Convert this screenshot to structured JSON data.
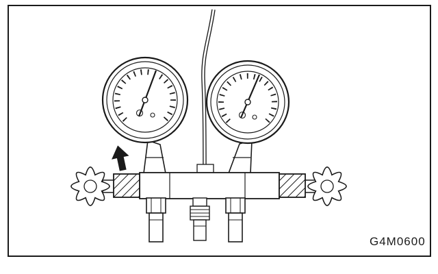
{
  "figure": {
    "label": "G4M0600",
    "colors": {
      "line": "#1a1a1a",
      "background": "#ffffff"
    },
    "components": [
      "left-pressure-gauge",
      "right-pressure-gauge",
      "center-service-hose",
      "manifold-body",
      "left-hand-valve-knob",
      "right-hand-valve-knob",
      "left-port-fitting",
      "center-port-fitting",
      "right-port-fitting",
      "indicator-arrow"
    ]
  }
}
